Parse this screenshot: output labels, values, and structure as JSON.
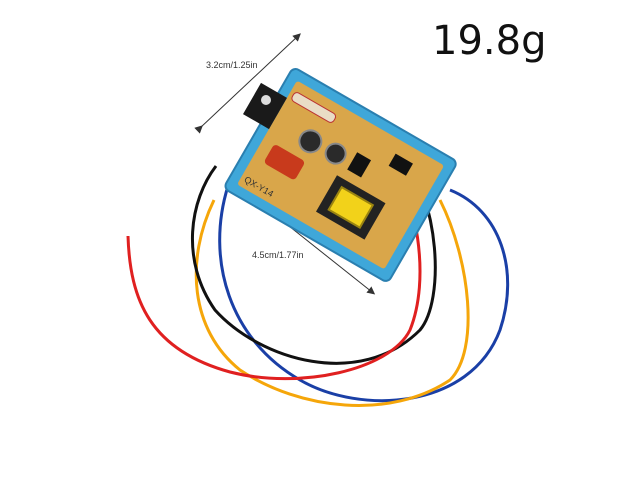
{
  "weight_label": "19.8g",
  "dimension_width": "3.2cm/1.25in",
  "dimension_length": "4.5cm/1.77in",
  "board_marking": "QX-Y14",
  "colors": {
    "board_frame": "#3fa7d9",
    "pcb": "#d9a64a",
    "wire_red": "#e02020",
    "wire_black": "#111111",
    "wire_blue": "#1a3fa6",
    "wire_yellow": "#f5a60a",
    "transformer_core": "#f2d21a"
  }
}
